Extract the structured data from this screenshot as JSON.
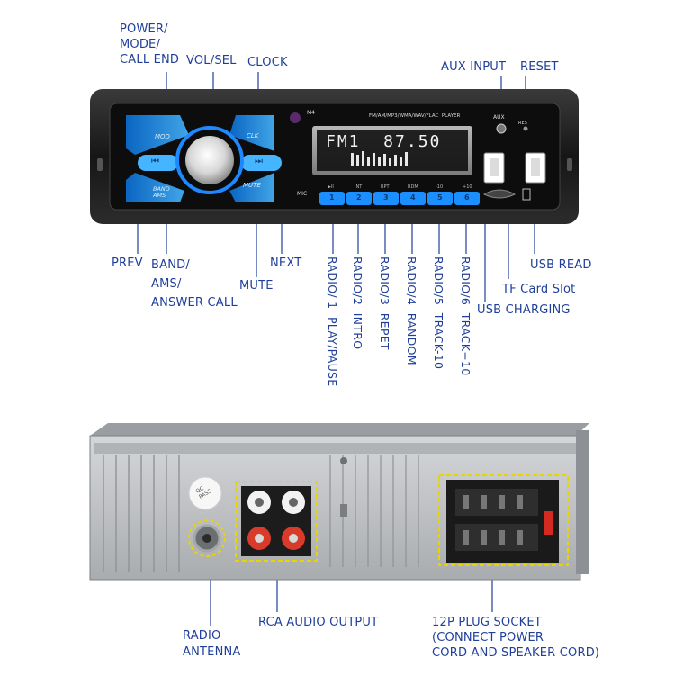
{
  "front_labels": {
    "power": "POWER/\nMODE/\nCALL END",
    "vol": "VOL/SEL",
    "clock": "CLOCK",
    "aux": "AUX INPUT",
    "reset": "RESET",
    "prev": "PREV",
    "band": "BAND/\nAMS/\nANSWER CALL",
    "mute": "MUTE",
    "next": "NEXT",
    "usb_read": "USB READ",
    "tf": "TF Card Slot",
    "usb_charging": "USB CHARGING"
  },
  "radio_labels": [
    "RADIO/ 1  PLAY/PAUSE",
    "RADIO/2  INTRO",
    "RADIO/3  REPET",
    "RADIO/4  RANDOM",
    "RADIO/5  TRACK-10",
    "RADIO/6  TRACK+10"
  ],
  "device": {
    "model": "M4",
    "formats": "FM/AM/MP3/WMA/WAV/FLAC  PLAYER",
    "display": "FM1  87.50",
    "mod": "MOD",
    "clk": "CLK",
    "band_ams": "BAND\nAMS",
    "mute": "MUTE",
    "mic": "MIC",
    "aux": "AUX",
    "res": "RES",
    "button_tags": [
      "▶II",
      "INT",
      "RPT",
      "RDM",
      "-10",
      "+10"
    ],
    "button_numbers": [
      "1",
      "2",
      "3",
      "4",
      "5",
      "6"
    ],
    "prev_symbol": "⏮",
    "next_symbol": "⏭",
    "qc": "QC\nPASS"
  },
  "back_labels": {
    "antenna": "RADIO\nANTENNA",
    "rca": "RCA AUDIO OUTPUT",
    "plug": "12P PLUG SOCKET\n(CONNECT POWER\nCORD AND SPEAKER CORD)"
  },
  "colors": {
    "label": "#1f3f9a",
    "accent_blue": "#2aa0ff",
    "dashed": "#e8d400"
  }
}
